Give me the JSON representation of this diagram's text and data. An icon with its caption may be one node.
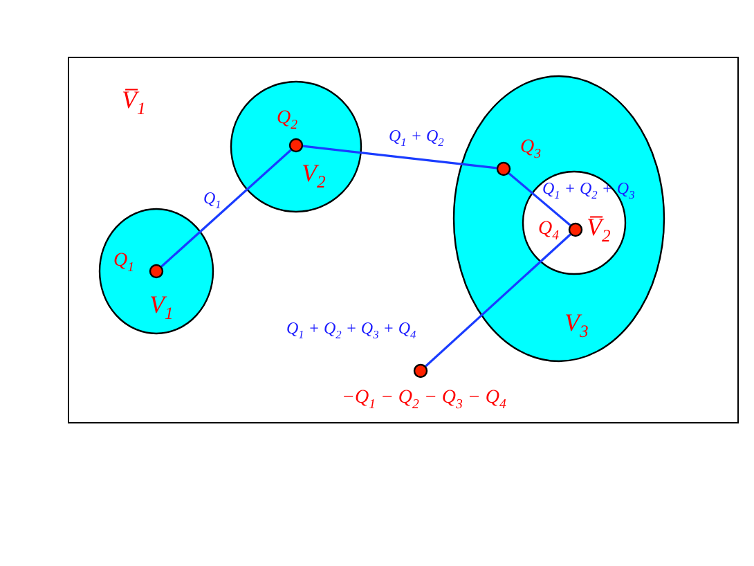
{
  "diagram": {
    "nodes": [
      {
        "text": [
          "V$_{1}$"
        ]
      },
      {
        "text": [
          "Q$_{1}$"
        ],
        "in": 0
      },
      {
        "text": [
          "V$_{2}$"
        ]
      },
      {
        "text": [
          "Q$_{2}$"
        ],
        "in": 2
      },
      {
        "text": [
          "V$_{3}$"
        ]
      },
      {
        "text": [
          "V̅$_{2}$"
        ],
        "in": 4
      },
      {
        "text": [
          "Q$_{3}$"
        ],
        "in": 4
      },
      {
        "text": [
          "Q$_{4}$"
        ],
        "in": 5
      },
      {
        "text": [
          "−Q$_{1}$ − Q$_{2}$ − Q$_{3}$ − Q$_{4}$"
        ]
      }
    ],
    "edges": [
      {
        "from": 1,
        "to": 3,
        "arrow": "none",
        "label": "Q$_{1}$"
      },
      {
        "from": 3,
        "to": 6,
        "arrow": "none",
        "label": "Q$_{1}$ + Q$_{2}$"
      },
      {
        "from": 6,
        "to": 7,
        "arrow": "none",
        "label": "Q$_{1}$ + Q$_{2}$ + Q$_{3}$"
      },
      {
        "from": 7,
        "to": 8,
        "arrow": "none",
        "label": "Q$_{1}$ + Q$_{2}$ + Q$_{3}$ + Q$_{4}$"
      }
    ],
    "labels": [
      "V̅$_{1}$"
    ]
  }
}
